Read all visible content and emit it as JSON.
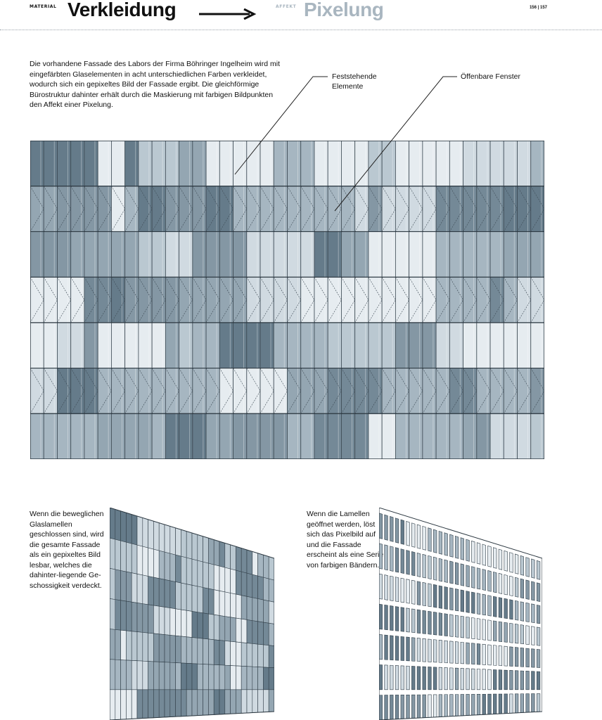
{
  "header": {
    "material_label": "MATERIAL",
    "material_title": "Verkleidung",
    "affekt_label": "AFFEKT",
    "affekt_title": "Pixelung",
    "page_numbers": "156 | 157"
  },
  "intro_text": "Die vorhandene Fassade des Labors der Firma Böhringer Ingelheim wird mit eingefärbten Glaselementen in acht unterschiedlichen Farben verkleidet, wodurch sich ein gepixeltes Bild der Fassade ergibt. Die gleichförmige Bürostruktur dahinter erhält durch die Maskierung mit farbigen Bildpunkten den Affekt einer Pixelung.",
  "labels": {
    "fixed": "Feststehende Elemente",
    "openable": "Öffenbare Fenster"
  },
  "captions": {
    "closed": "Wenn die beweglichen Glaslamellen geschlossen sind, wird die gesamte Fassade als ein gepixeltes Bild lesbar, welches die dahinter-liegende Ge-schossigkeit verdeckt.",
    "open": "Wenn die Lamellen geöffnet werden, löst sich das Pixelbild auf und die Fassade erscheint als eine Serie von farbigen Bändern."
  },
  "palette": [
    "#e6ecf0",
    "#d0dae1",
    "#bac8d1",
    "#a6b6c1",
    "#94a6b2",
    "#8497a4",
    "#748997",
    "#657b8a"
  ]
}
